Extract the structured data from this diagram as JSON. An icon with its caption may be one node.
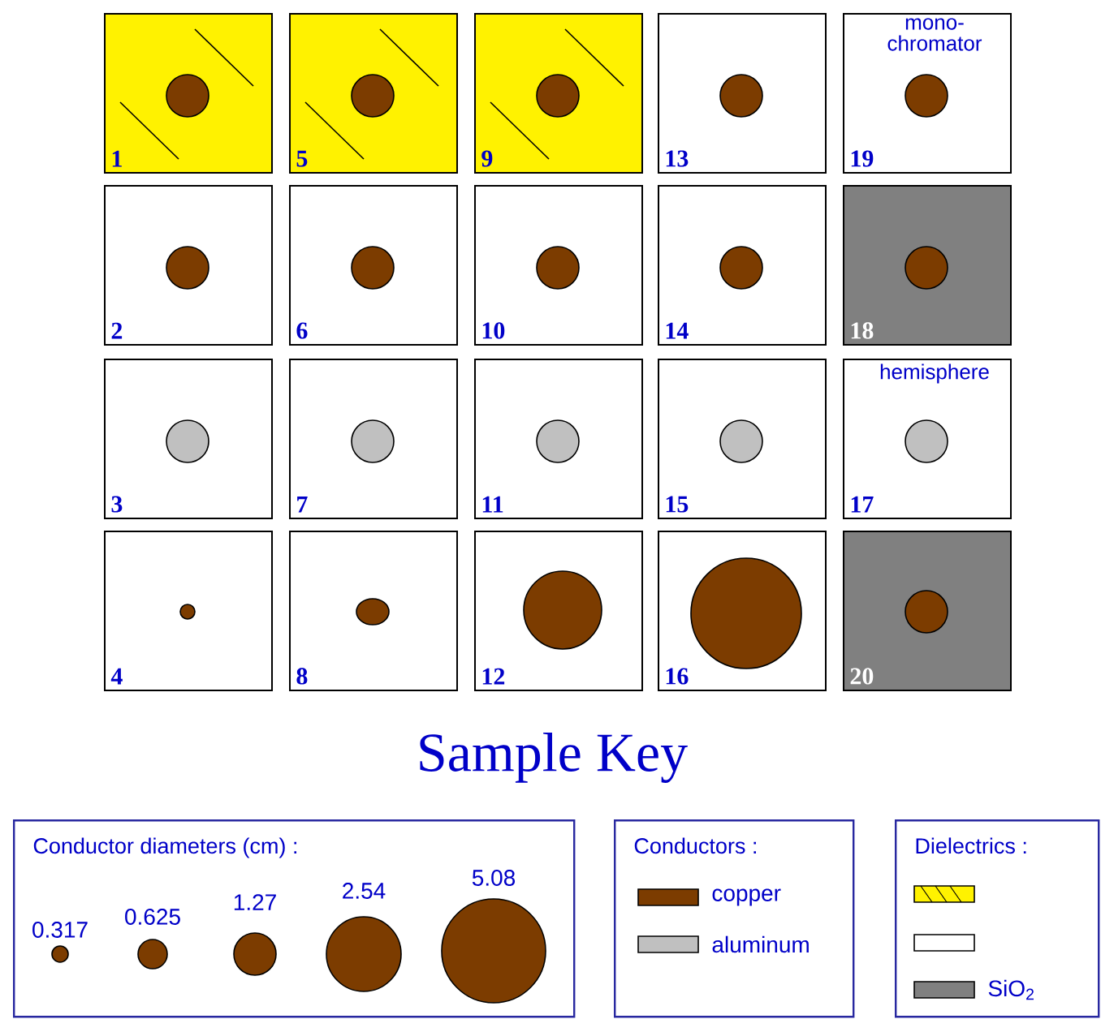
{
  "diagram": {
    "title": "Sample Key",
    "nodes": [
      {
        "text": [
          "1"
        ]
      },
      {
        "text": [
          "5"
        ]
      },
      {
        "text": [
          "9"
        ]
      },
      {
        "text": [
          "13"
        ]
      },
      {
        "text": [
          "mono- chromator",
          "19"
        ]
      },
      {
        "text": [
          "2"
        ]
      },
      {
        "text": [
          "6"
        ]
      },
      {
        "text": [
          "10"
        ]
      },
      {
        "text": [
          "14"
        ]
      },
      {
        "text": [
          "18"
        ]
      },
      {
        "text": [
          "3"
        ]
      },
      {
        "text": [
          "7"
        ]
      },
      {
        "text": [
          "11"
        ]
      },
      {
        "text": [
          "15"
        ]
      },
      {
        "text": [
          "hemisphere",
          "17"
        ]
      },
      {
        "text": [
          "4"
        ]
      },
      {
        "text": [
          "8"
        ]
      },
      {
        "text": [
          "12"
        ]
      },
      {
        "text": [
          "16"
        ]
      },
      {
        "text": [
          "20"
        ]
      },
      {
        "text": [
          "Conductor diameters (cm) :"
        ]
      },
      {
        "text": [
          "Conductors :"
        ]
      },
      {
        "text": [
          "Dielectrics :"
        ]
      }
    ],
    "labels": [
      "0.317",
      "0.625",
      "1.27",
      "2.54",
      "5.08"
    ],
    "legend": [
      {
        "text": "copper",
        "color": "#7c3c00"
      },
      {
        "text": "aluminum",
        "color": "#c0c0c0"
      },
      {
        "text": "SiO$_{2}$",
        "color": "#808080"
      }
    ]
  }
}
